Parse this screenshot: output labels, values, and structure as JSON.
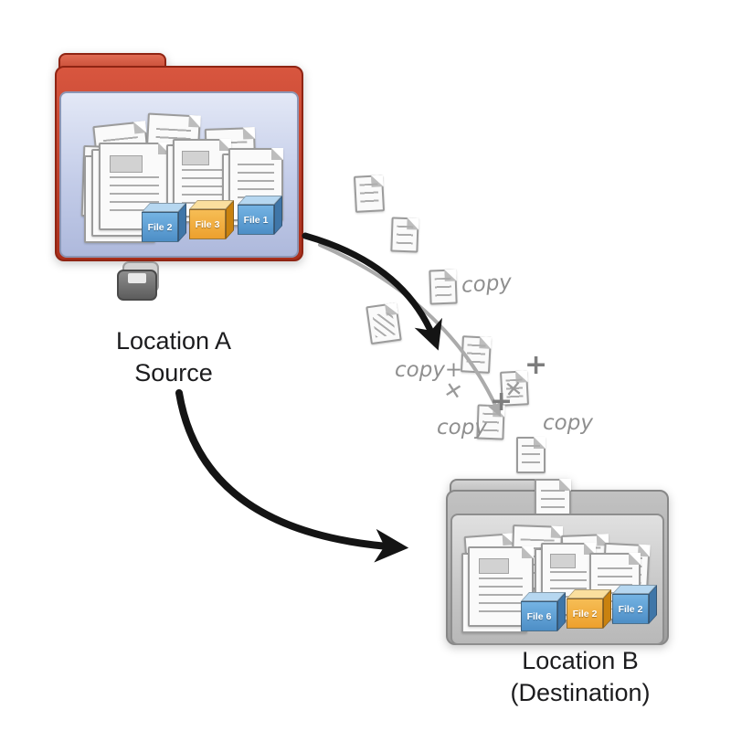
{
  "palette": {
    "folder_red": "#b23420",
    "folder_front_blue": "#c3cce8",
    "folder_gray": "#ababab",
    "cube_blue": "#5b9fd4",
    "cube_orange": "#f0a830",
    "annotation_gray": "#8f8f8f",
    "arrow_black": "#141414",
    "arrow_gray": "#a9a9a9"
  },
  "source": {
    "label_line1": "Location A",
    "label_line2": "Source",
    "files": [
      {
        "label": "File 2",
        "color": "blue"
      },
      {
        "label": "File 3",
        "color": "orange"
      },
      {
        "label": "File 1",
        "color": "blue"
      }
    ]
  },
  "destination": {
    "label_line1": "Location B",
    "label_line2": "(Destination)",
    "files": [
      {
        "label": "File 6",
        "color": "blue"
      },
      {
        "label": "File 2",
        "color": "orange"
      },
      {
        "label": "File 2",
        "color": "blue"
      }
    ]
  },
  "annotations": [
    {
      "text": "copy"
    },
    {
      "text": "copy+"
    },
    {
      "text": "+"
    },
    {
      "text": "+"
    },
    {
      "text": "copy"
    },
    {
      "text": "copy"
    },
    {
      "text": "✕"
    },
    {
      "text": "✕"
    }
  ]
}
